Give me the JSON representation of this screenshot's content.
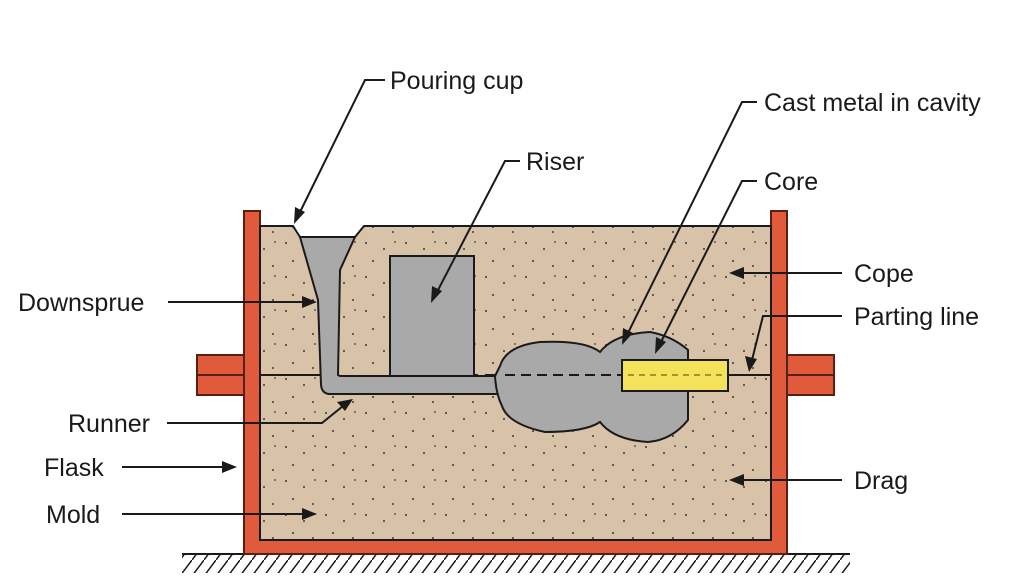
{
  "labels": {
    "pouring_cup": "Pouring cup",
    "cast_metal": "Cast metal in cavity",
    "riser": "Riser",
    "core": "Core",
    "cope": "Cope",
    "downsprue": "Downsprue",
    "parting_line": "Parting line",
    "runner": "Runner",
    "flask": "Flask",
    "drag": "Drag",
    "mold": "Mold"
  },
  "colors": {
    "flask": "#e05a3c",
    "flask_outline": "#5a1e12",
    "sand": "#d8c3a8",
    "metal": "#a9a9aa",
    "core": "#f5e25b",
    "outline": "#1a1a1a",
    "text": "#1a1a1a"
  }
}
